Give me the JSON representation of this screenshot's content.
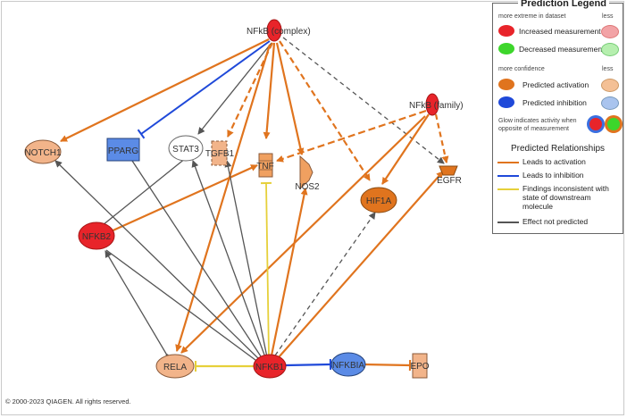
{
  "nodes": {
    "nfkb_complex": "NFkB (complex)",
    "nfkb_family": "NFkB (family)",
    "notch1": "NOTCH1",
    "pparg": "PPARG",
    "stat3": "STAT3",
    "tgfb1": "TGFB1",
    "tnf": "TNF",
    "nos2": "NOS2",
    "hif1a": "HIF1A",
    "egfr": "EGFR",
    "nfkb2": "NFKB2",
    "rela": "RELA",
    "nfkb1": "NFKB1",
    "nfkbia": "NFKBIA",
    "epo": "EPO"
  },
  "legend": {
    "title": "Prediction Legend",
    "extreme_label": "more extreme in dataset",
    "less_label_1": "less",
    "increased": "Increased measurement",
    "decreased": "Decreased measurement",
    "confidence_label": "more confidence",
    "less_label_2": "less",
    "pred_activation": "Predicted activation",
    "pred_inhibition": "Predicted inhibition",
    "glow_note": "Glow indicates activity when opposite of measurement",
    "relationships_title": "Predicted Relationships",
    "leads_activation": "Leads to activation",
    "leads_inhibition": "Leads to inhibition",
    "findings_inconsistent": "Findings inconsistent with state of downstream molecule",
    "effect_not_predicted": "Effect not predicted"
  },
  "colors": {
    "increased": "#e8242a",
    "increased_light": "#f2a3a6",
    "decreased": "#3dd62b",
    "decreased_light": "#b6efaf",
    "activation": "#e0741e",
    "activation_light": "#f4c095",
    "inhibition": "#1f49d9",
    "inhibition_light": "#a9c4ee",
    "inconsistent": "#e6d03a",
    "not_predicted": "#555555"
  },
  "copyright": "© 2000-2023 QIAGEN. All rights reserved."
}
